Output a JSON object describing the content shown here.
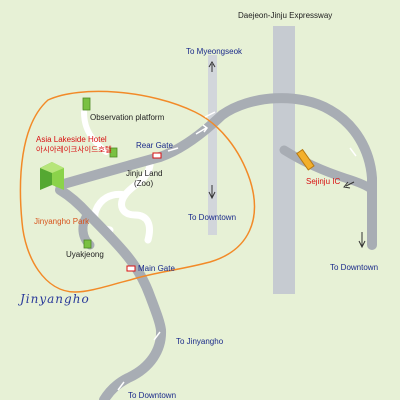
{
  "colors": {
    "background": "#e7f1d6",
    "road": "#a8adb4",
    "expressway": "#c6cbd1",
    "park_boundary": "#f28a28",
    "text": "#1a2a8a",
    "orange_text": "#d8541c",
    "red_text": "#d81010"
  },
  "labels": {
    "expressway": "Daejeon-Jinju Expressway",
    "to_myeongseok": "To Myeongseok",
    "to_downtown_mid": "To Downtown",
    "to_downtown_right": "To Downtown",
    "to_downtown_bottom": "To Downtown",
    "to_jinyangho": "To Jinyangho",
    "sejinju_ic": "Sejinju IC",
    "observation_platform": "Observation platform",
    "hotel_en": "Asia Lakeside Hotel",
    "hotel_ko": "아시아레이크사이드호텔",
    "rear_gate": "Rear Gate",
    "jinju_land": "Jinju Land",
    "zoo": "(Zoo)",
    "jinyangho_park": "Jinyangho Park",
    "uyakjeong": "Uyakjeong",
    "main_gate": "Main Gate",
    "lake_name": "Jinyangho"
  },
  "icons": {
    "observation": "building-icon",
    "hotel": "hotel-building-icon",
    "jinju_land": "building-icon",
    "uyakjeong": "pavilion-icon",
    "gate": "gate-icon",
    "interchange": "interchange-icon"
  }
}
